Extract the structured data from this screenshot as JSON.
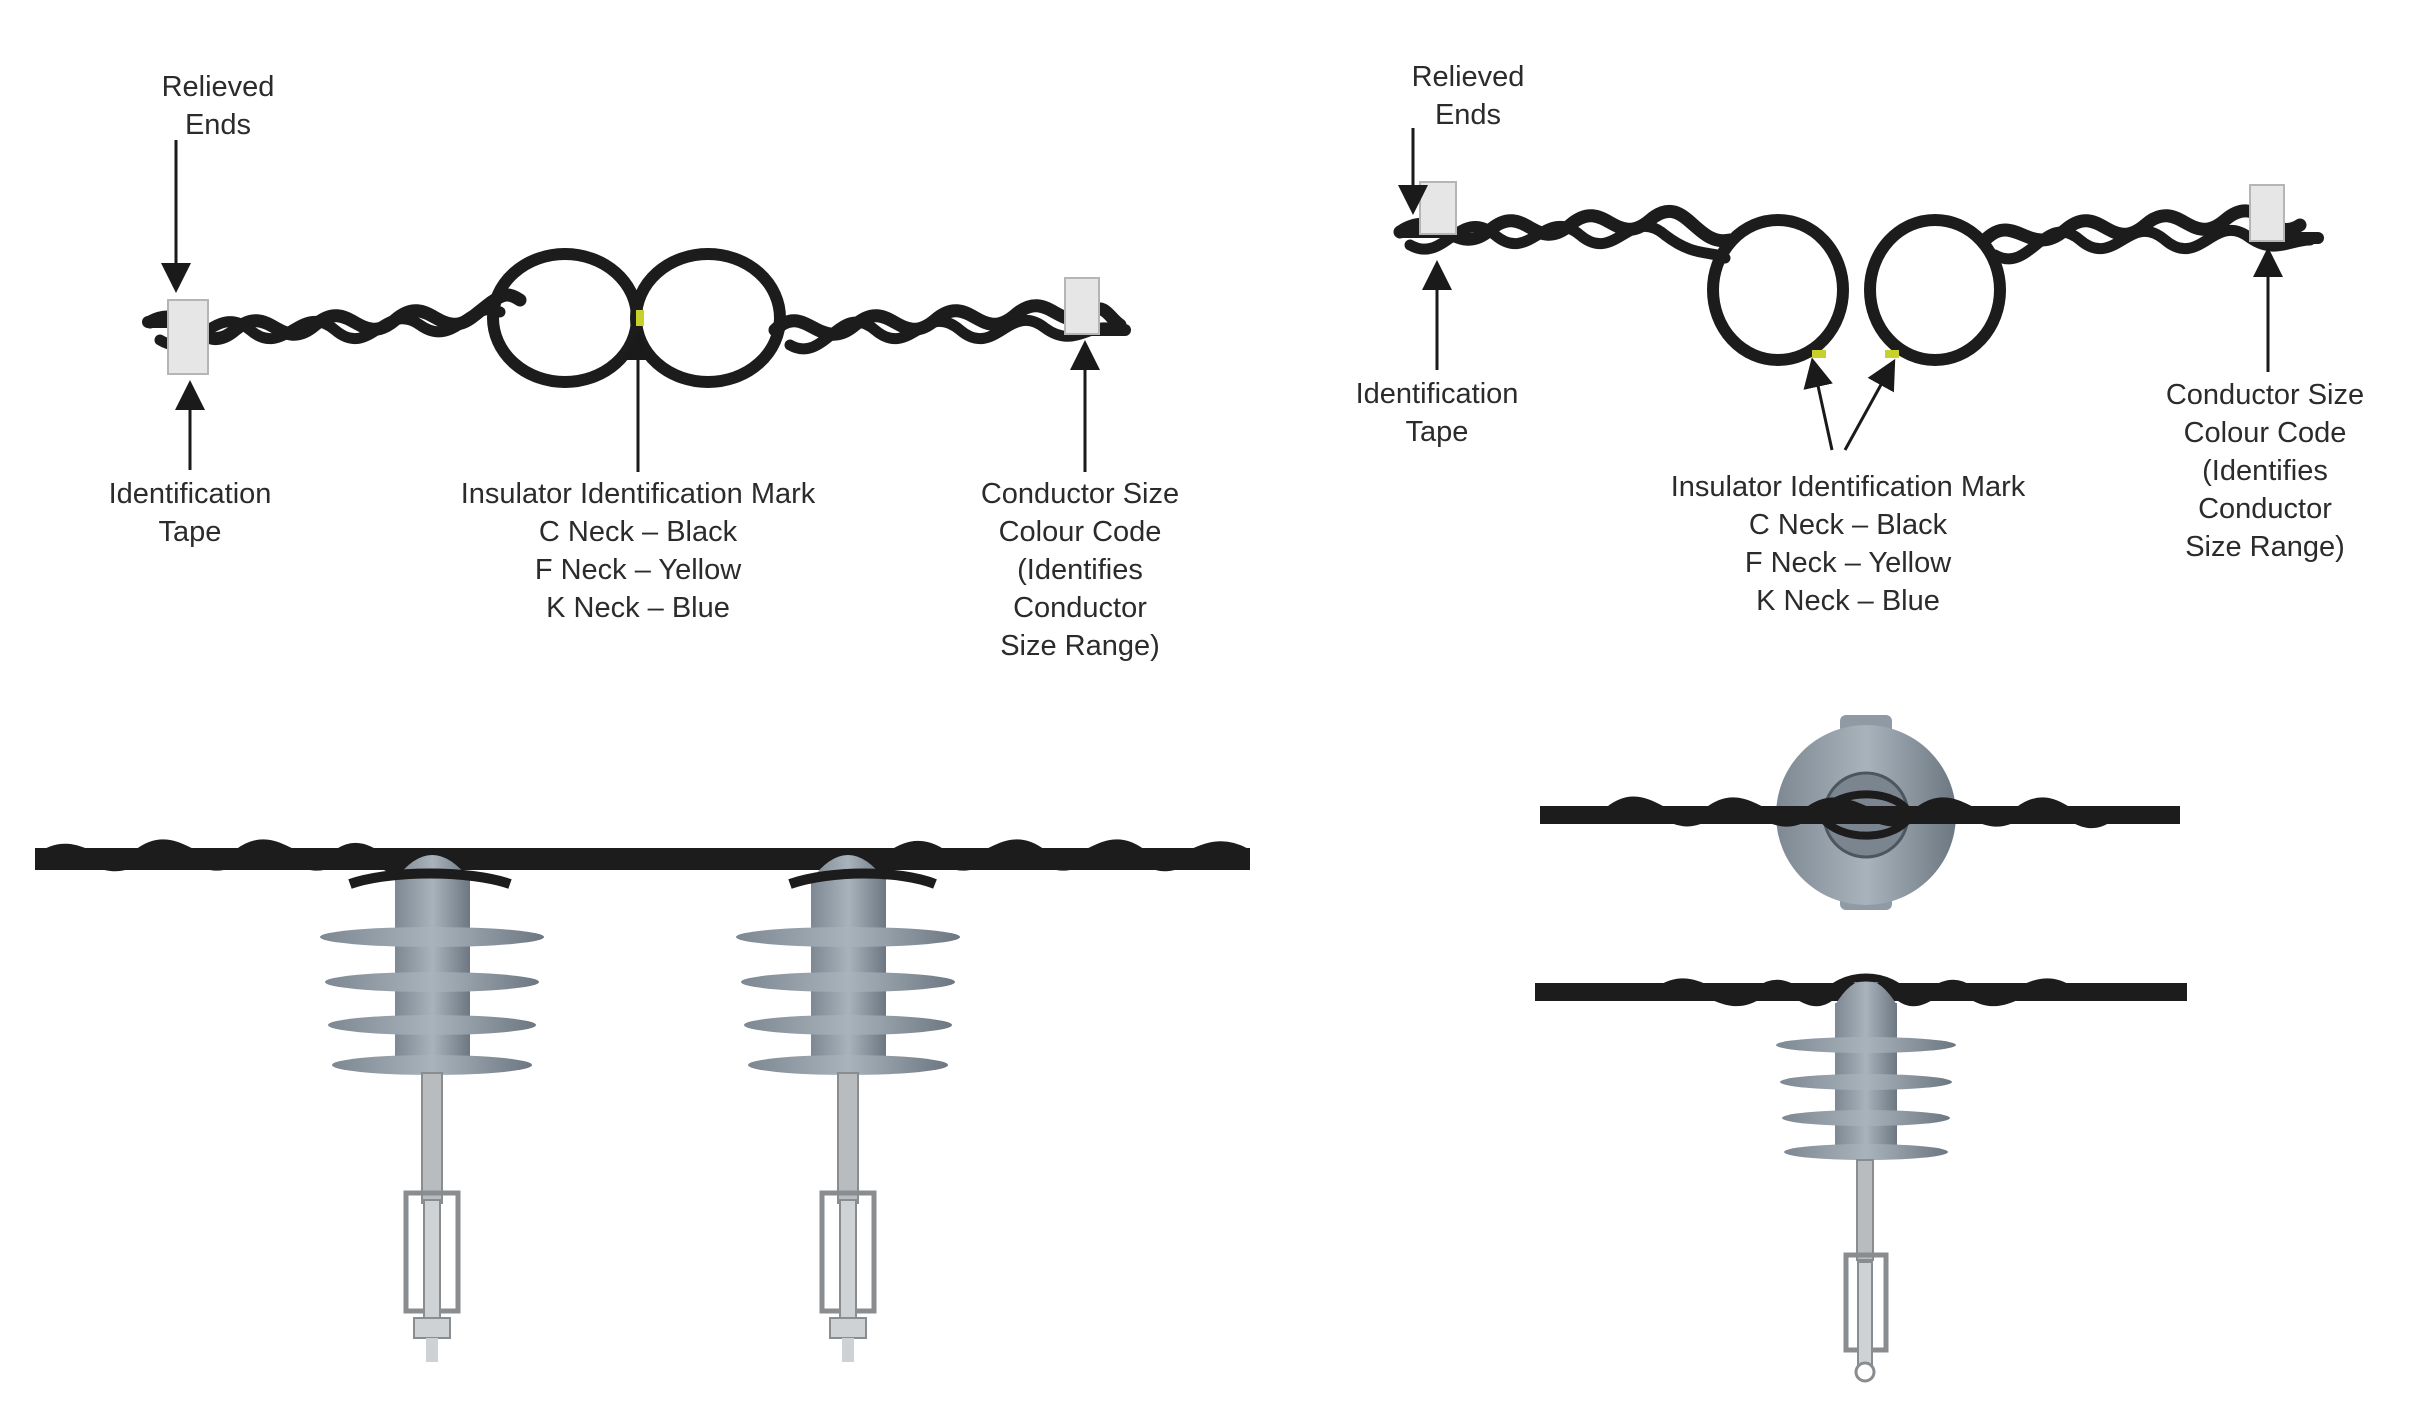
{
  "left_diagram": {
    "relieved_ends": [
      "Relieved",
      "Ends"
    ],
    "identification_tape": [
      "Identification",
      "Tape"
    ],
    "insulator_mark": [
      "Insulator Identification Mark",
      "C Neck – Black",
      "F Neck – Yellow",
      "K Neck – Blue"
    ],
    "conductor_size": [
      "Conductor Size",
      "Colour Code",
      "(Identifies",
      "Conductor",
      "Size Range)"
    ]
  },
  "right_diagram": {
    "relieved_ends": [
      "Relieved",
      "Ends"
    ],
    "identification_tape": [
      "Identification",
      "Tape"
    ],
    "insulator_mark": [
      "Insulator Identification Mark",
      "C Neck – Black",
      "F Neck – Yellow",
      "K Neck – Blue"
    ],
    "conductor_size": [
      "Conductor Size",
      "Colour Code",
      "(Identifies",
      "Conductor",
      "Size Range)"
    ]
  },
  "colors": {
    "conductor": "#1c1c1c",
    "insulator": "#8f9aa4",
    "insulator_dark": "#6f7a84",
    "mark": "#c8d12a",
    "hardware": "#b9bcbf"
  }
}
